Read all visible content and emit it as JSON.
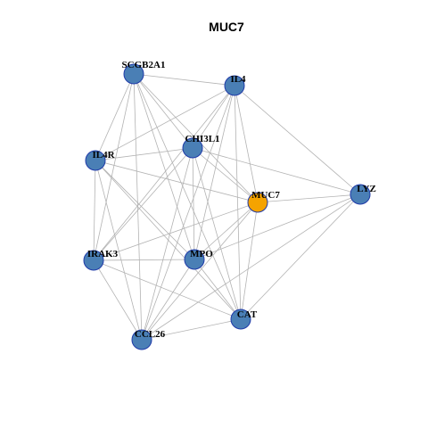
{
  "graph": {
    "title": "MUC7",
    "colors": {
      "background": "#ffffff",
      "edge": "#b3b3b3",
      "node_default": "#4a7fb5",
      "node_highlight": "#f5a300",
      "node_border": "#1f3aa8"
    },
    "nodes": [
      {
        "id": "SCGB2A1",
        "label": "SCGB2A1",
        "highlight": false
      },
      {
        "id": "IL4",
        "label": "IL4",
        "highlight": false
      },
      {
        "id": "CHI3L1",
        "label": "CHI3L1",
        "highlight": false
      },
      {
        "id": "IL4R",
        "label": "IL4R",
        "highlight": false
      },
      {
        "id": "MUC7",
        "label": "MUC7",
        "highlight": true
      },
      {
        "id": "LYZ",
        "label": "LYZ",
        "highlight": false
      },
      {
        "id": "IRAK3",
        "label": "IRAK3",
        "highlight": false
      },
      {
        "id": "MPO",
        "label": "MPO",
        "highlight": false
      },
      {
        "id": "CAT",
        "label": "CAT",
        "highlight": false
      },
      {
        "id": "CCL26",
        "label": "CCL26",
        "highlight": false
      }
    ],
    "edges": [
      [
        "SCGB2A1",
        "IL4"
      ],
      [
        "SCGB2A1",
        "CHI3L1"
      ],
      [
        "SCGB2A1",
        "IL4R"
      ],
      [
        "SCGB2A1",
        "MUC7"
      ],
      [
        "SCGB2A1",
        "IRAK3"
      ],
      [
        "SCGB2A1",
        "MPO"
      ],
      [
        "SCGB2A1",
        "CAT"
      ],
      [
        "SCGB2A1",
        "CCL26"
      ],
      [
        "IL4",
        "CHI3L1"
      ],
      [
        "IL4",
        "IL4R"
      ],
      [
        "IL4",
        "MUC7"
      ],
      [
        "IL4",
        "LYZ"
      ],
      [
        "IL4",
        "IRAK3"
      ],
      [
        "IL4",
        "MPO"
      ],
      [
        "IL4",
        "CAT"
      ],
      [
        "IL4",
        "CCL26"
      ],
      [
        "CHI3L1",
        "IL4R"
      ],
      [
        "CHI3L1",
        "MUC7"
      ],
      [
        "CHI3L1",
        "LYZ"
      ],
      [
        "CHI3L1",
        "IRAK3"
      ],
      [
        "CHI3L1",
        "MPO"
      ],
      [
        "CHI3L1",
        "CAT"
      ],
      [
        "CHI3L1",
        "CCL26"
      ],
      [
        "IL4R",
        "MUC7"
      ],
      [
        "IL4R",
        "IRAK3"
      ],
      [
        "IL4R",
        "MPO"
      ],
      [
        "IL4R",
        "CAT"
      ],
      [
        "IL4R",
        "CCL26"
      ],
      [
        "MUC7",
        "LYZ"
      ],
      [
        "MUC7",
        "IRAK3"
      ],
      [
        "MUC7",
        "MPO"
      ],
      [
        "MUC7",
        "CAT"
      ],
      [
        "MUC7",
        "CCL26"
      ],
      [
        "LYZ",
        "MPO"
      ],
      [
        "LYZ",
        "CAT"
      ],
      [
        "LYZ",
        "CCL26"
      ],
      [
        "IRAK3",
        "MPO"
      ],
      [
        "IRAK3",
        "CAT"
      ],
      [
        "IRAK3",
        "CCL26"
      ],
      [
        "MPO",
        "CAT"
      ],
      [
        "MPO",
        "CCL26"
      ],
      [
        "CAT",
        "CCL26"
      ]
    ]
  }
}
